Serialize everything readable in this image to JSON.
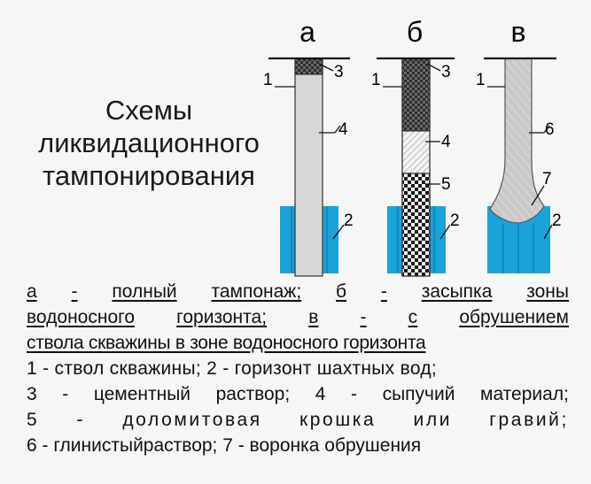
{
  "title_lines": [
    "Схемы",
    "ликвидационного",
    "тампонирования"
  ],
  "scheme_labels": [
    "а",
    "б",
    "в"
  ],
  "callouts": {
    "a": [
      "1",
      "3",
      "4",
      "2"
    ],
    "b": [
      "1",
      "3",
      "4",
      "5",
      "2"
    ],
    "v": [
      "1",
      "6",
      "7",
      "2"
    ]
  },
  "caption": {
    "line1": [
      "а",
      "-",
      "полный",
      "тампонаж;",
      "б",
      "-",
      "засыпка",
      "зоны"
    ],
    "line2": [
      "водоносного",
      "горизонта;",
      "в",
      "-",
      "с",
      "обрушением"
    ],
    "line3": "ствола скважины в зоне водоносного горизонта",
    "line4": "1 - ствол скважины; 2 - горизонт шахтных вод;",
    "line5": [
      "3",
      "-",
      "цементный",
      "раствор;",
      "4",
      "-",
      "сыпучий",
      "материал;"
    ],
    "line6": [
      "5",
      "-",
      "доломитовая",
      "крошка",
      "или",
      "гравий;"
    ],
    "line7": "6 - глинистыйраствор; 7 - воронка обрушения"
  },
  "colors": {
    "aquifer": "#1aa3d9",
    "aquifer_dark": "#0d6e9c",
    "shaft_fill": "#d7d7d7",
    "cement": "#3a3a3a",
    "text": "#111111"
  }
}
